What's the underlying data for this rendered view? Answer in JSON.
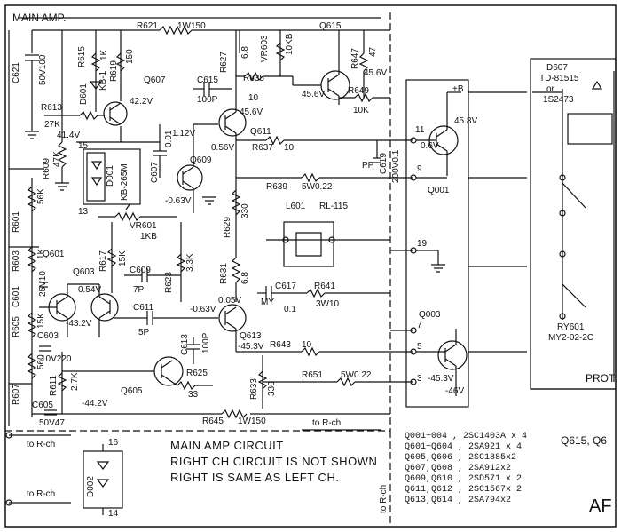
{
  "title": "MAIN AMP.",
  "notes": {
    "l1": "MAIN AMP CIRCUIT",
    "l2": "RIGHT CH CIRCUIT IS NOT SHOWN",
    "l3": "RIGHT IS SAME AS LEFT CH."
  },
  "refs": {
    "r621": "R621",
    "r621v": "1W150",
    "q615": "Q615",
    "r615": "R615",
    "r615v": "1K",
    "d601": "D601",
    "d601v": "KB-1",
    "r619": "R619",
    "r619v": "150",
    "q607": "Q607",
    "r627": "R627",
    "r627v": "6.8",
    "vr603": "VR603",
    "vr603v": "10KB",
    "r647": "R647",
    "r647v": "47",
    "c621": "C621",
    "c621v": "50V100",
    "r613": "R613",
    "r613v": "27K",
    "v422": "42.2V",
    "v414": "41.4V",
    "v456a": "45.6V",
    "v456b": "45.6V",
    "v456c": "45.6V",
    "c615": "C615",
    "c615v": "100P",
    "r635": "R635",
    "r635v": "10",
    "r649": "R649",
    "r649v": "10K",
    "q611": "Q611",
    "n15": "15",
    "n13": "13",
    "d001": "D001",
    "d001v": "KB-265M",
    "c607": "C607",
    "c607v": "0.01",
    "v112": "1.12V",
    "v056": "0.56V",
    "r637": "R637",
    "r637v": "10",
    "v458": "45.8V",
    "v06": "0.6V",
    "n11": "11",
    "n9": "9",
    "n19": "19",
    "n7": "7",
    "n5": "5",
    "n3": "3",
    "c619": "C619",
    "c619v": "200V0.1",
    "pp": "PP",
    "r609": "R609",
    "r609v": "47K",
    "q609": "Q609",
    "v063a": "-0.63V",
    "v063b": "-0.63V",
    "r639": "R639",
    "r639v": "5W0.22",
    "q001": "Q001",
    "r601": "R601",
    "r601v": "56K",
    "vr601": "VR601",
    "vr601v": "1KB",
    "r629": "R629",
    "r629v": "330",
    "l601": "L601",
    "rl": "RL-115",
    "q601": "Q601",
    "r603": "R603",
    "r603v": "1K",
    "r617": "R617",
    "r617v": "15K",
    "q603": "Q603",
    "v054": "0.54V",
    "c609": "C609",
    "c609v": "7P",
    "r623": "R623",
    "r623v": "3.3K",
    "r631": "R631",
    "r631v": "6.8",
    "c601": "C601",
    "c601v": "25V10",
    "c617": "C617",
    "c617v": "0.1",
    "r641": "R641",
    "r641v": "3W10",
    "my": "MY",
    "c611": "C611",
    "c611v": "5P",
    "v005": "0.05V",
    "r605": "R605",
    "r605v": "15K",
    "c603": "C603",
    "c603v": "10V220",
    "v432": "-43.2V",
    "c613": "C613",
    "c613v": "100P",
    "q613": "Q613",
    "v453": "-45.3V",
    "r643": "R643",
    "r643v": "10",
    "q003": "Q003",
    "r607": "R607",
    "r607v": "560",
    "r611": "R611",
    "r611v": "2.7K",
    "r625": "R625",
    "r625v": "33",
    "r633": "R633",
    "r633v": "330",
    "r651": "R651",
    "r651v": "5W0.22",
    "v453b": "-45.3V",
    "v46": "-46V",
    "c605": "C605",
    "c605v": "50V47",
    "v442": "-44.2V",
    "q605": "Q605",
    "r645": "R645",
    "r645v": "1W150",
    "torch": "to R-ch",
    "pb": "+B",
    "n16": "16",
    "n14": "14",
    "d002": "D002",
    "d607": "D607",
    "d607v": "TD-81515",
    "d607or": "or",
    "d607v2": "1S2473",
    "ry601": "RY601",
    "ry601v": "MY2-02-2C",
    "prot": "PROT",
    "af": "AF"
  },
  "parts_list": [
    "Q001~004 , 2SC1403A x 4",
    "Q601~Q604 , 2SA921 x 4",
    "Q605,Q606 , 2SC1885x2",
    "Q607,Q608 , 2SA912x2",
    "Q609,Q610 , 2SD571 x 2",
    "Q611,Q612 , 2SC1567x 2",
    "Q613,Q614 , 2SA794x2"
  ],
  "parts_list_extra": "Q615, Q6"
}
